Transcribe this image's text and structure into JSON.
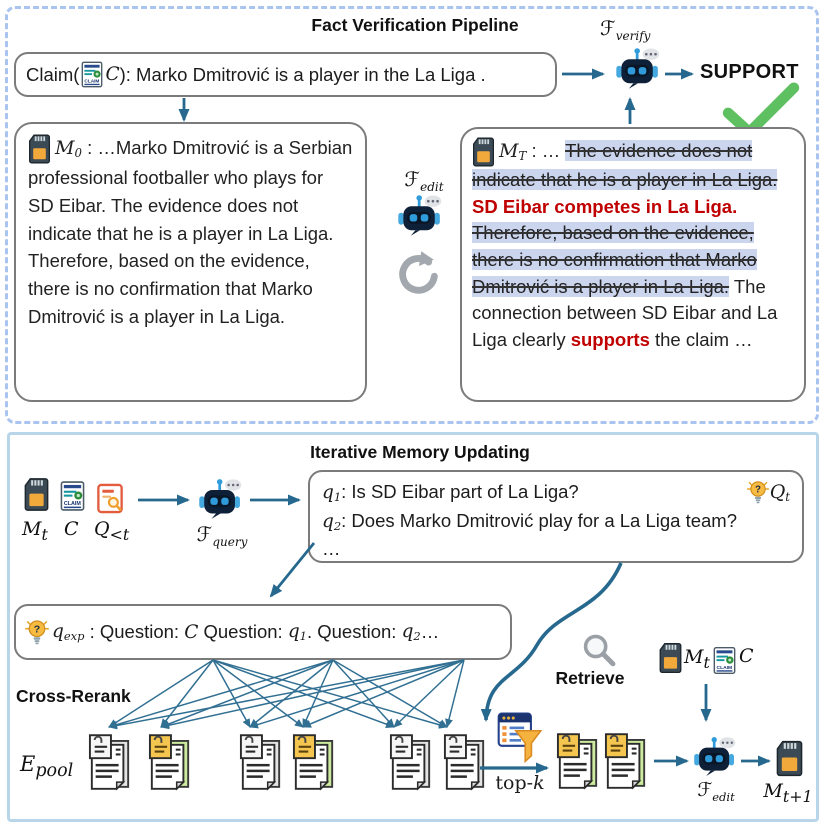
{
  "colors": {
    "arrow_teal": "#27698e",
    "dashed_border": "#a9c4ee",
    "solid_border": "#b9d5ea",
    "box_border": "#7b7b7b",
    "highlight": "#ccd5ee",
    "red_text": "#c00000",
    "check_green": "#5fc061"
  },
  "top_panel": {
    "title": "Fact Verification Pipeline",
    "claim": {
      "prefix": "Claim(",
      "var": "C",
      "after": "):",
      "text": " Marko Dmitrović is a player in the La Liga ."
    },
    "f_verify": {
      "main": "ℱ",
      "sub": "verify"
    },
    "support": "SUPPORT",
    "m0": {
      "var": "M",
      "sub": "0",
      "colon": " : ",
      "text": "…Marko Dmitrović is a Serbian professional footballer who plays for SD Eibar. The evidence does not indicate that he is a player in La Liga. Therefore, based on the evidence, there is no confirmation that Marko Dmitrović is a player in La Liga."
    },
    "f_edit": {
      "main": "ℱ",
      "sub": "edit"
    },
    "mT": {
      "var": "M",
      "sub": "T",
      "colon": " : … ",
      "strike1": "The evidence does not indicate that he is a player in La Liga.",
      "red1": " SD Eibar competes in La Liga. ",
      "strike2": "Therefore, based on the evidence, there is no confirmation that Marko Dmitrović is a player in La Liga.",
      "plain1": " The connection between SD Eibar and La Liga clearly ",
      "red2": "supports",
      "plain2": " the claim …"
    }
  },
  "bottom_panel": {
    "title": "Iterative Memory Updating",
    "inputs": {
      "m": {
        "main": "M",
        "sub": "t"
      },
      "c": "C",
      "q": {
        "main": "Q",
        "sub": "<t"
      }
    },
    "f_query": {
      "main": "ℱ",
      "sub": "query"
    },
    "questions": {
      "q1_var": {
        "main": "q",
        "sub": "1"
      },
      "q1_text": ": Is SD Eibar part of La Liga?",
      "q2_var": {
        "main": "q",
        "sub": "2"
      },
      "q2_text": ": Does Marko Dmitrović play for a La Liga team?",
      "more": "…",
      "qt": {
        "main": "Q",
        "sub": "t"
      }
    },
    "qexp": {
      "var": {
        "main": "q",
        "sub": "exp"
      },
      "t1": " : Question: ",
      "c": "C",
      "t2": " Question: ",
      "q1": {
        "main": "q",
        "sub": "1"
      },
      "t3": ". Question: ",
      "q2": {
        "main": "q",
        "sub": "2"
      },
      "t4": "…"
    },
    "cross_rerank": "Cross-Rerank",
    "e_pool": {
      "main": "E",
      "sub": "pool"
    },
    "retrieve": "Retrieve",
    "top_k": {
      "t": "top-",
      "k": "k"
    },
    "mid": {
      "m": {
        "main": "M",
        "sub": "t"
      },
      "c": "C"
    },
    "f_edit": {
      "main": "ℱ",
      "sub": "edit"
    },
    "m_next": {
      "main": "M",
      "sub": "t+1"
    }
  }
}
